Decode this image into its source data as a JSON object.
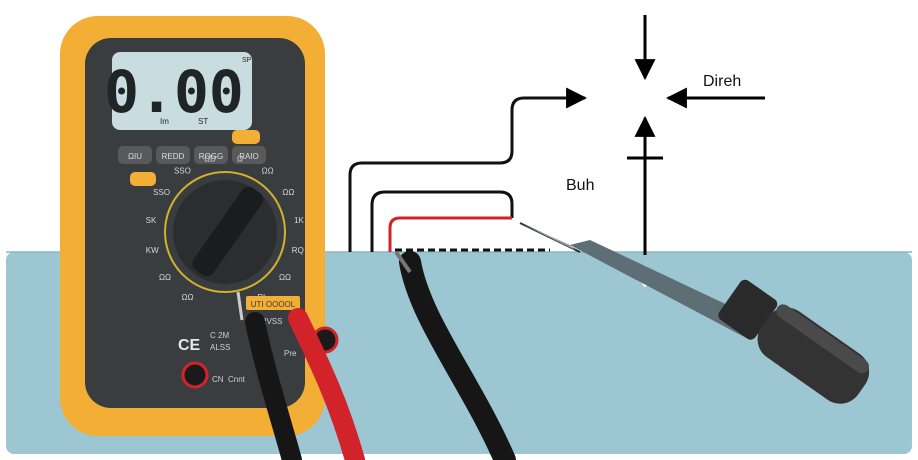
{
  "labels": {
    "direh": "Direh",
    "buh": "Buh"
  },
  "multimeter": {
    "display_reading": "0.00",
    "display_units": [
      "Im",
      "ST"
    ],
    "display_corner": "SP",
    "button_labels": [
      "ΩIU",
      "REDD",
      "ROGG",
      "RAIO"
    ],
    "dial_labels": [
      "ΩΩ",
      "ΩΩ",
      "KW",
      "SK",
      "SSO",
      "SSO",
      "ΩD",
      "Ω",
      "ΩΩ",
      "ΩΩ",
      "1K",
      "RQ",
      "ΩΩ",
      "RL"
    ],
    "port_strip": "UTI OOOOL",
    "port_text": [
      "CE",
      "C 2M",
      "2VSS",
      "ALSS",
      "CN",
      "Cnnt",
      "Pre"
    ]
  },
  "colors": {
    "water": "#9cc7d2",
    "meter_body": "#f2ae35",
    "meter_face": "#3a3d40",
    "lcd": "#c9dde0",
    "red_lead": "#d2232a",
    "black_lead": "#161616",
    "probe": "#5d6e74",
    "arrow": "#000000"
  }
}
